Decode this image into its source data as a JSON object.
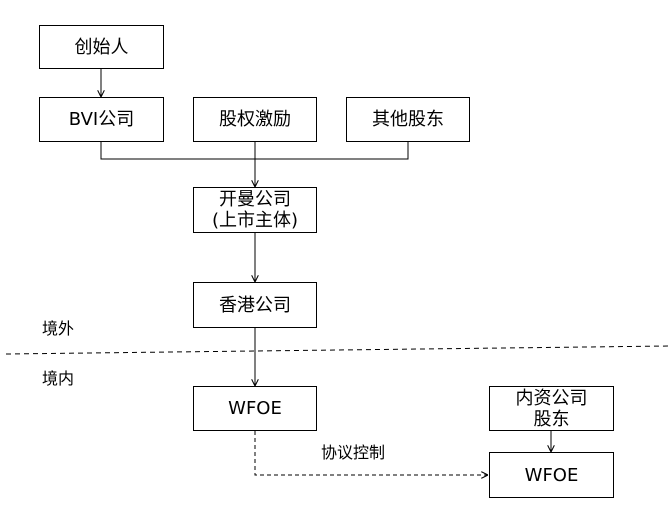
{
  "boxes": {
    "founder": "创始人",
    "bvi": "BVI公司",
    "equity_incentive": "股权激励",
    "other_shareholders": "其他股东",
    "kaiman_line1": "开曼公司",
    "kaiman_line2": "(上市主体)",
    "hongkong": "香港公司",
    "wfoe": "WFOE",
    "domestic_shareholders_line1": "内资公司",
    "domestic_shareholders_line2": "股东",
    "domestic_wfoe": "WFOE"
  },
  "labels": {
    "offshore": "境外",
    "onshore": "境内",
    "agreement_control": "协议控制"
  }
}
